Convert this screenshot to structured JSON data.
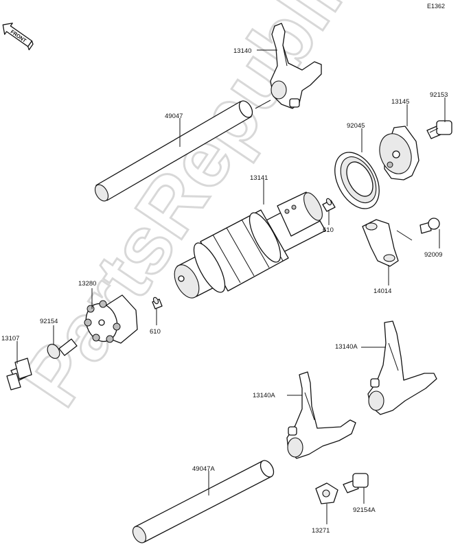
{
  "diagram_code": "E1362",
  "front_badge": "FRONT",
  "watermark": "PartsRepublik",
  "parts": {
    "p13140": "13140",
    "p49047": "49047",
    "p13145": "13145",
    "p92153": "92153",
    "p92045": "92045",
    "p13141": "13141",
    "p610_upper": "610",
    "p92009": "92009",
    "p14014": "14014",
    "p13280": "13280",
    "p610_lower": "610",
    "p92154": "92154",
    "p13107": "13107",
    "p13140A_right": "13140A",
    "p13140A_left": "13140A",
    "p49047A": "49047A",
    "p13271": "13271",
    "p92154A": "92154A"
  }
}
